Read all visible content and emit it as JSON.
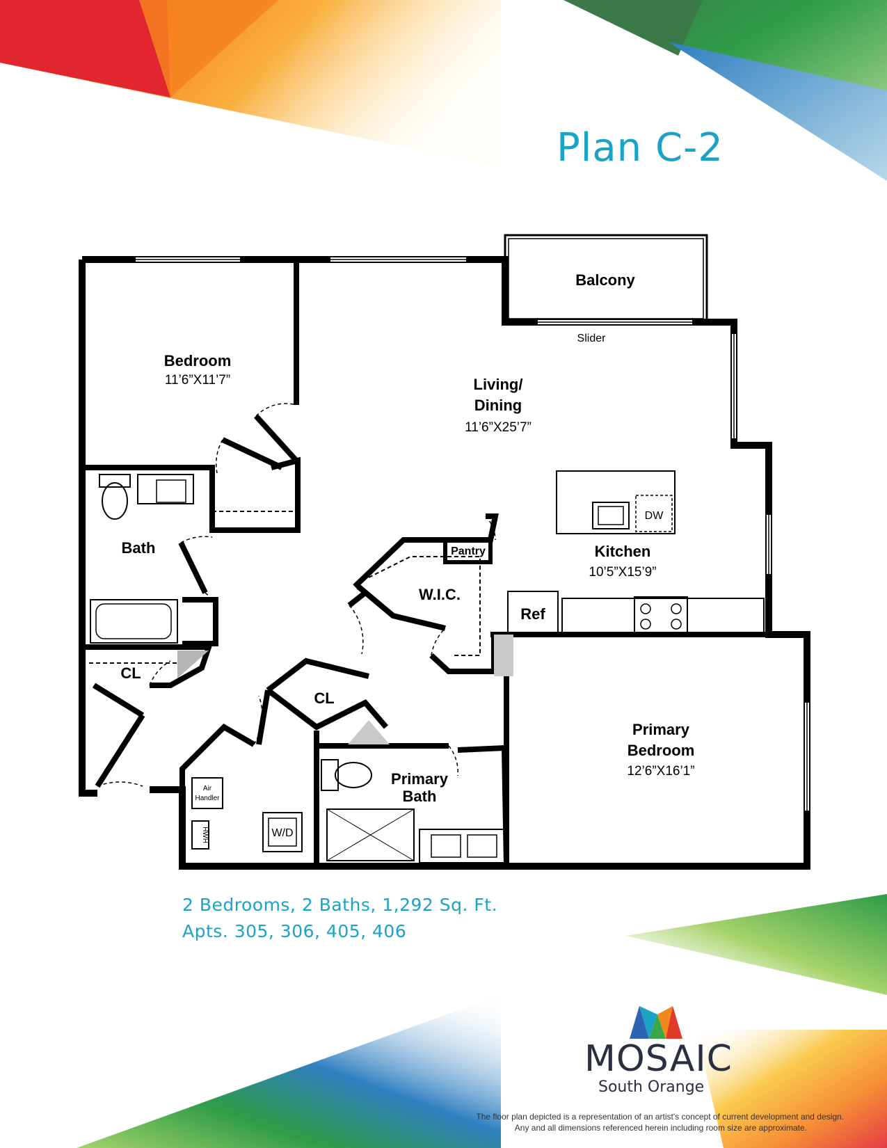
{
  "title": "Plan C-2",
  "info": {
    "line1": "2 Bedrooms, 2 Baths, 1,292 Sq. Ft.",
    "line2": "Apts. 305, 306, 405, 406"
  },
  "brand": {
    "name": "MOSAIC",
    "sub": "South Orange",
    "logo_colors": [
      "#2f62b0",
      "#1aa3c4",
      "#3aa64a",
      "#f08a1c",
      "#e23a2a"
    ]
  },
  "disclaimer": {
    "line1": "The floor plan depicted is a representation of an artist's concept of current development and design.",
    "line2": "Any and all dimensions referenced herein including room size are approximate."
  },
  "rooms": {
    "bedroom": {
      "name": "Bedroom",
      "dims": "11’6”X11’7”"
    },
    "living": {
      "name_line1": "Living/",
      "name_line2": "Dining",
      "dims": "11’6”X25’7”"
    },
    "balcony": {
      "name": "Balcony"
    },
    "slider": "Slider",
    "kitchen": {
      "name": "Kitchen",
      "dims": "10’5”X15’9”"
    },
    "dw": "DW",
    "pantry": "Pantry",
    "wic": "W.I.C.",
    "ref": "Ref",
    "bath": "Bath",
    "cl1": "CL",
    "cl2": "CL",
    "primary_bedroom": {
      "name_line1": "Primary",
      "name_line2": "Bedroom",
      "dims": "12’6”X16’1”"
    },
    "primary_bath": {
      "name_line1": "Primary",
      "name_line2": "Bath"
    },
    "air_handler": {
      "line1": "Air",
      "line2": "Handler"
    },
    "hwh": "HWH",
    "wd": "W/D"
  },
  "colors": {
    "accent": "#1aa3c4",
    "red": "#e2262f",
    "orange": "#f58220",
    "yellow": "#f9c43b",
    "green": "#2e9c48",
    "dark_green": "#3b7a48",
    "blue": "#2f7fc0",
    "light_green": "#a6d36a"
  }
}
